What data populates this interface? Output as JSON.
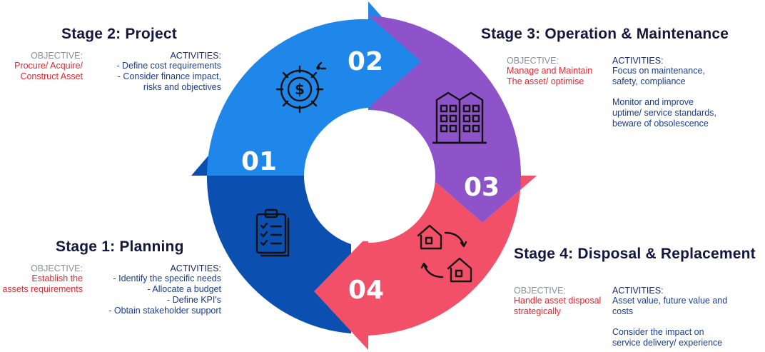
{
  "stages": [
    {
      "number": "01",
      "title": "Stage 1: Planning",
      "objective_label": "OBJECTIVE:",
      "objective": [
        "Establish the",
        "assets requirements"
      ],
      "activities_label": "ACTIVITIES:",
      "activities": [
        "- Identify the specific needs",
        "- Allocate a budget",
        "- Define KPI's",
        "- Obtain stakeholder support"
      ],
      "icon": "clipboard-checklist-icon",
      "color": "#0b4fb0"
    },
    {
      "number": "02",
      "title": "Stage 2: Project",
      "objective_label": "OBJECTIVE:",
      "objective": [
        "Procure/ Acquire/",
        "Construct Asset"
      ],
      "activities_label": "ACTIVITIES:",
      "activities": [
        "- Define cost requirements",
        "- Consider finance impact,",
        "risks and objectives"
      ],
      "icon": "dollar-gears-icon",
      "color": "#1f86ea"
    },
    {
      "number": "03",
      "title": "Stage 3: Operation & Maintenance",
      "objective_label": "OBJECTIVE:",
      "objective": [
        "Manage and Maintain",
        "The asset/ optimise"
      ],
      "activities_label": "ACTIVITIES:",
      "activities": [
        "Focus on maintenance,",
        "safety, compliance"
      ],
      "activities_extra": [
        "Monitor and improve",
        "uptime/ service standards,",
        "beware of obsolescence"
      ],
      "icon": "apartment-building-icon",
      "color": "#8e52c9"
    },
    {
      "number": "04",
      "title": "Stage 4: Disposal & Replacement",
      "objective_label": "OBJECTIVE:",
      "objective": [
        "Handle asset disposal",
        "strategically"
      ],
      "activities_label": "ACTIVITIES:",
      "activities": [
        "Asset value, future value and",
        "costs"
      ],
      "activities_extra": [
        "Consider the impact on",
        "service delivery/ experience"
      ],
      "icon": "house-exchange-icon",
      "color": "#f24f68"
    }
  ]
}
